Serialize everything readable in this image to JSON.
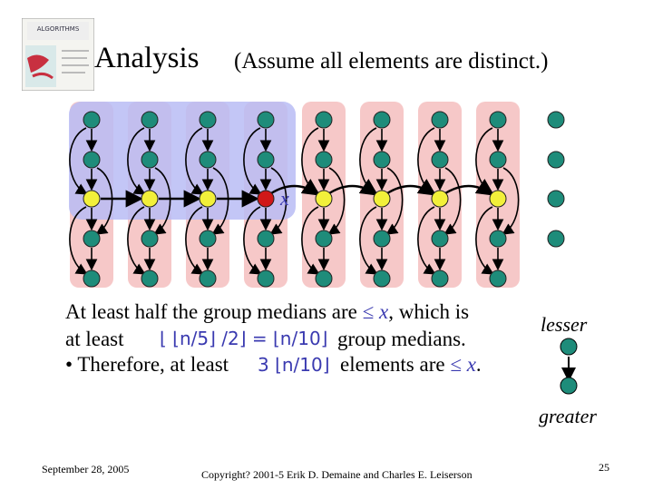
{
  "slide": {
    "title": "Analysis",
    "subtitle": "(Assume all elements are distinct.)",
    "x_label": "x",
    "line1_prefix": "At least half the group medians are ",
    "line1_le": "≤ x",
    "line1_suffix": ", which is",
    "line2_prefix": "at least",
    "line2_formula": "⌊ ⌊n/5⌋ /2⌋ = ⌊n/10⌋",
    "line2_suffix": "group medians.",
    "bullet_prefix": "• Therefore, at least",
    "bullet_formula": "3 ⌊n/10⌋",
    "bullet_middle": "elements are",
    "bullet_le": "≤ x",
    "bullet_period": ".",
    "legend_lesser": "lesser",
    "legend_greater": "greater",
    "footer_date": "September 28, 2005",
    "footer_copyright": "Copyright?  2001-5 Erik D. Demaine and Charles E. Leiserson",
    "page_number": "25"
  },
  "colors": {
    "node_green": "#1e8c7a",
    "median_yellow": "#f2f03a",
    "median_red": "#d01818",
    "pink_column": "#f6c8c8",
    "blue_region": "#b8bcf4",
    "accent_text": "#3a3ab0"
  },
  "book_cover": {
    "title_text": "ALGORITHMS"
  }
}
